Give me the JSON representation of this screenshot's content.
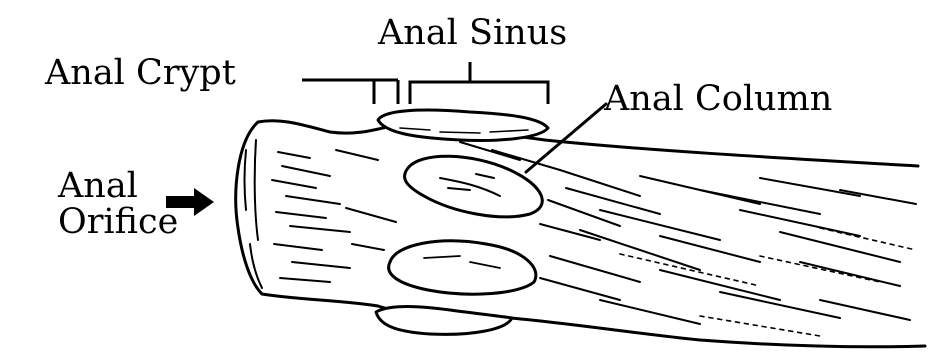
{
  "labels": {
    "anal_sinus": "Anal Sinus",
    "anal_crypt": "Anal Crypt",
    "anal_column": "Anal Column",
    "anal_orifice_line1": "Anal",
    "anal_orifice_line2": "Orifice"
  },
  "colors": {
    "ink": "#000000",
    "background": "#ffffff"
  },
  "illustration": {
    "subject": "anal canal",
    "style": "black-and-white line drawing",
    "pointer_icon": "right-arrow-icon"
  }
}
